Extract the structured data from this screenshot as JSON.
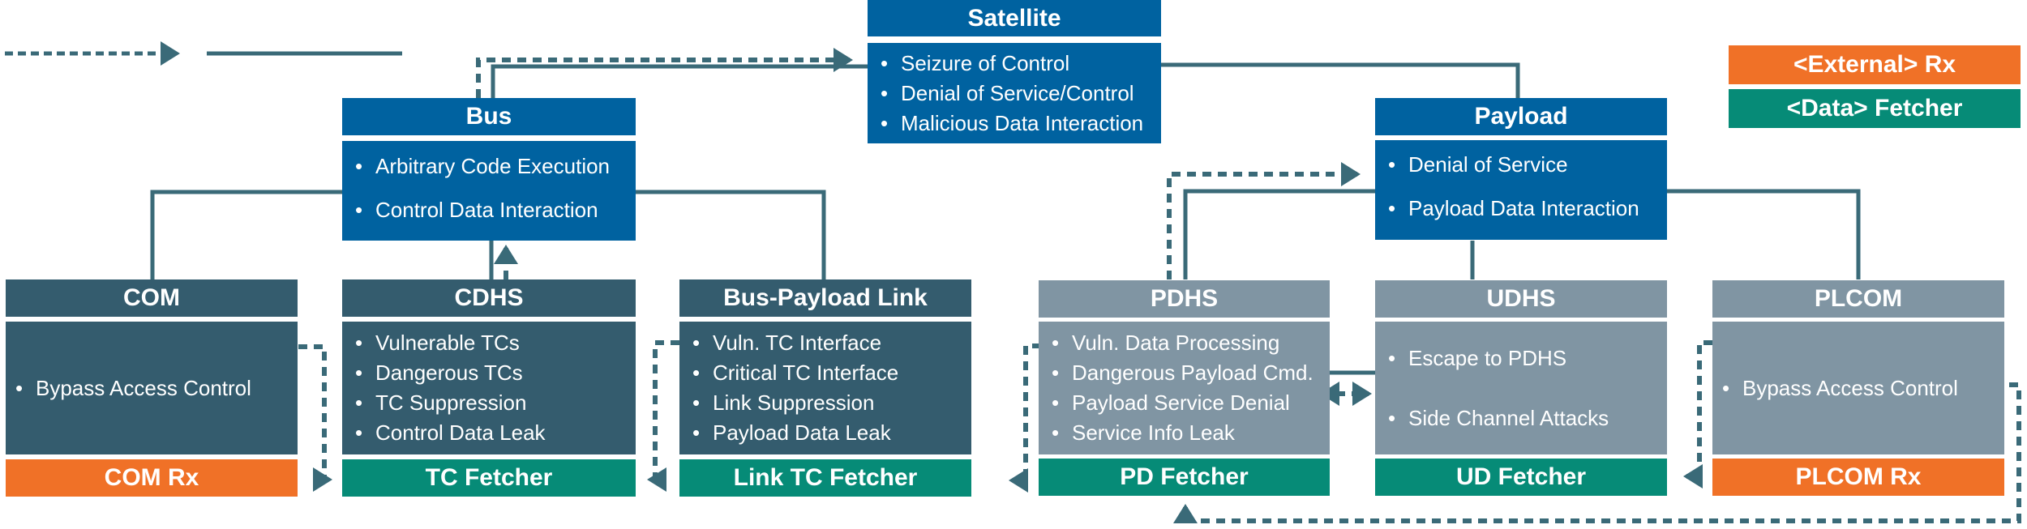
{
  "colors": {
    "system": "#0062a0",
    "bus_subsystem": "#345c6e",
    "payload_subsystem": "#8095a3",
    "external_rx": "#f07127",
    "data_fetcher": "#068b77",
    "connector": "#3a6a78"
  },
  "legend": {
    "dashed_arrow": "dashed-arrow-icon",
    "solid_line": "solid-line-icon",
    "external_rx_label": "<External> Rx",
    "data_fetcher_label": "<Data> Fetcher"
  },
  "satellite": {
    "title": "Satellite",
    "items": [
      "Seizure of Control",
      "Denial of Service/Control",
      "Malicious Data Interaction"
    ]
  },
  "bus": {
    "title": "Bus",
    "items": [
      "Arbitrary Code Execution",
      "Control Data Interaction"
    ]
  },
  "payload": {
    "title": "Payload",
    "items": [
      "Denial of Service",
      "Payload Data Interaction"
    ]
  },
  "subsystems": [
    {
      "title": "COM",
      "items": [
        "Bypass Access Control"
      ],
      "footer": "COM Rx",
      "footer_type": "external_rx"
    },
    {
      "title": "CDHS",
      "items": [
        "Vulnerable TCs",
        "Dangerous TCs",
        "TC Suppression",
        "Control Data Leak"
      ],
      "footer": "TC Fetcher",
      "footer_type": "data_fetcher"
    },
    {
      "title": "Bus-Payload Link",
      "items": [
        "Vuln. TC Interface",
        "Critical TC Interface",
        "Link Suppression",
        "Payload Data Leak"
      ],
      "footer": "Link TC Fetcher",
      "footer_type": "data_fetcher"
    },
    {
      "title": "PDHS",
      "items": [
        "Vuln. Data Processing",
        "Dangerous Payload Cmd.",
        "Payload Service Denial",
        "Service Info Leak"
      ],
      "footer": "PD Fetcher",
      "footer_type": "data_fetcher"
    },
    {
      "title": "UDHS",
      "items": [
        "Escape to PDHS",
        "Side Channel Attacks"
      ],
      "footer": "UD Fetcher",
      "footer_type": "data_fetcher"
    },
    {
      "title": "PLCOM",
      "items": [
        "Bypass Access Control"
      ],
      "footer": "PLCOM Rx",
      "footer_type": "external_rx"
    }
  ]
}
